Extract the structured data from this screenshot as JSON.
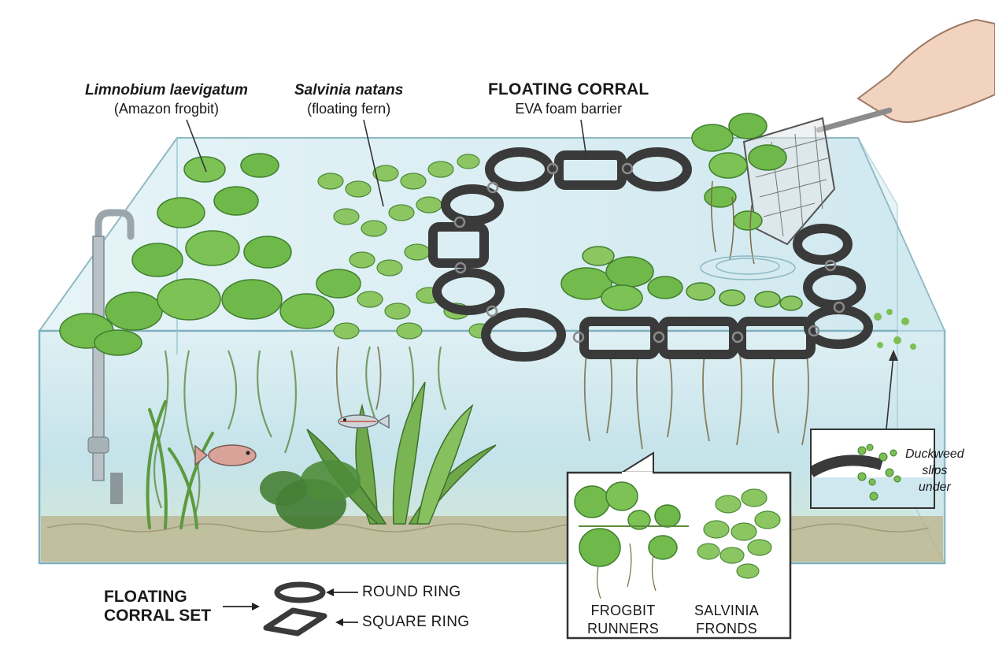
{
  "labels": {
    "frogbit": {
      "scientific": "Limnobium laevigatum",
      "common": "(Amazon frogbit)"
    },
    "salvinia": {
      "scientific": "Salvinia natans",
      "common": "(floating fern)"
    },
    "corral": {
      "title": "FLOATING CORRAL",
      "subtitle": "EVA foam barrier"
    },
    "duckweed_note": {
      "line1": "Duckweed",
      "line2": "slips",
      "line3": "under"
    }
  },
  "legend": {
    "set_title_line1": "FLOATING",
    "set_title_line2": "CORRAL SET",
    "round": "ROUND RING",
    "square": "SQUARE RING"
  },
  "inset": {
    "left_line1": "FROGBIT",
    "left_line2": "RUNNERS",
    "right_line1": "SALVINIA",
    "right_line2": "FRONDS"
  },
  "colors": {
    "water": "#cfe8ee",
    "plant": "#6fb84a",
    "plant_dark": "#3f7f2e",
    "ring": "#3a3a3a",
    "glass": "#9cc7d2"
  }
}
